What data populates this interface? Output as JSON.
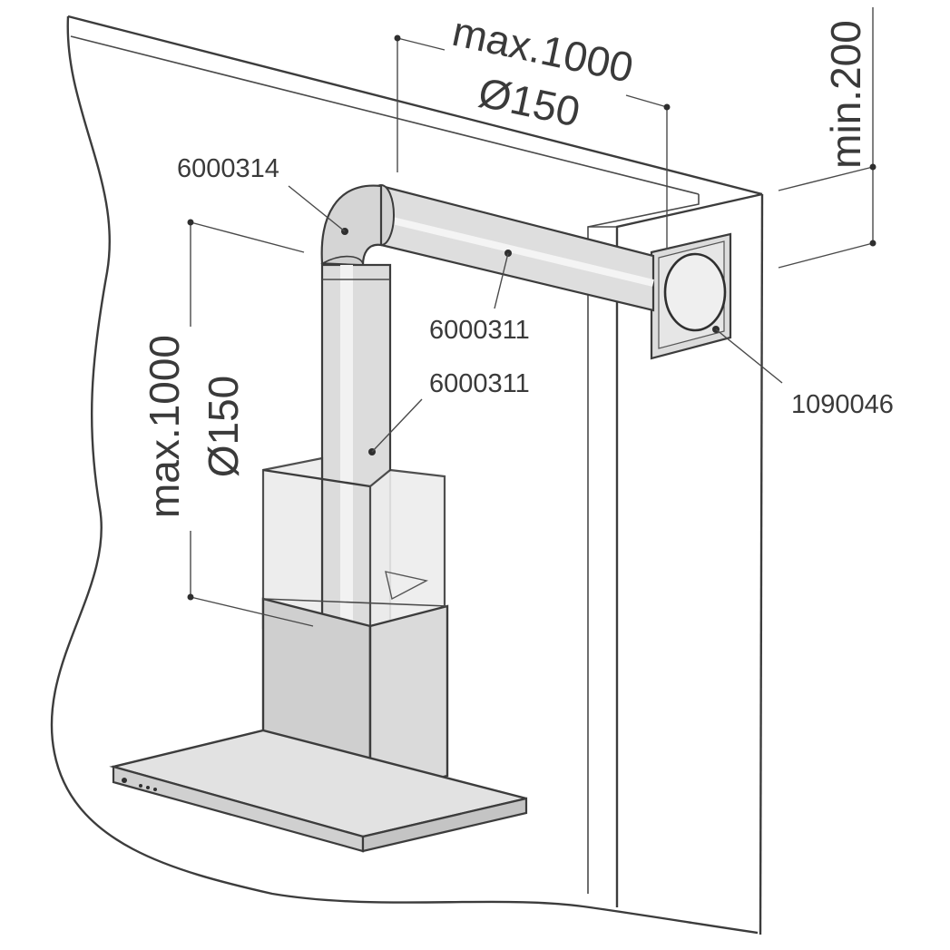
{
  "colors": {
    "line": "#3c3c3c",
    "text": "#3a3a3a",
    "metal": "#d9d9d9",
    "metal_dark": "#c8c8c8",
    "glass": "#ececec",
    "background": "#ffffff"
  },
  "dimensions": {
    "horizontal_length": "max.1000",
    "horizontal_diameter": "Ø150",
    "vertical_length": "max.1000",
    "vertical_diameter": "Ø150",
    "ceiling_gap": "min.200"
  },
  "parts": {
    "elbow": "6000314",
    "horizontal_duct": "6000311",
    "vertical_duct": "6000311",
    "wall_outlet": "1090046"
  }
}
